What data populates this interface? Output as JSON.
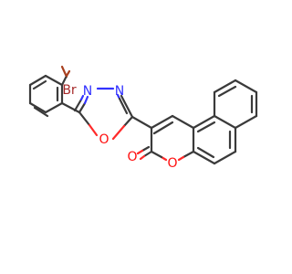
{
  "molecule": {
    "atoms": {
      "br": {
        "text": "Br",
        "color": "#a62929"
      },
      "n1": {
        "text": "N",
        "color": "#3030ff"
      },
      "n2": {
        "text": "N",
        "color": "#3030ff"
      },
      "o_ox": {
        "text": "O",
        "color": "#ff0d0d"
      },
      "o_carbonyl": {
        "text": "O",
        "color": "#ff0d0d"
      },
      "o_ring": {
        "text": "O",
        "color": "#ff0d0d"
      }
    }
  }
}
